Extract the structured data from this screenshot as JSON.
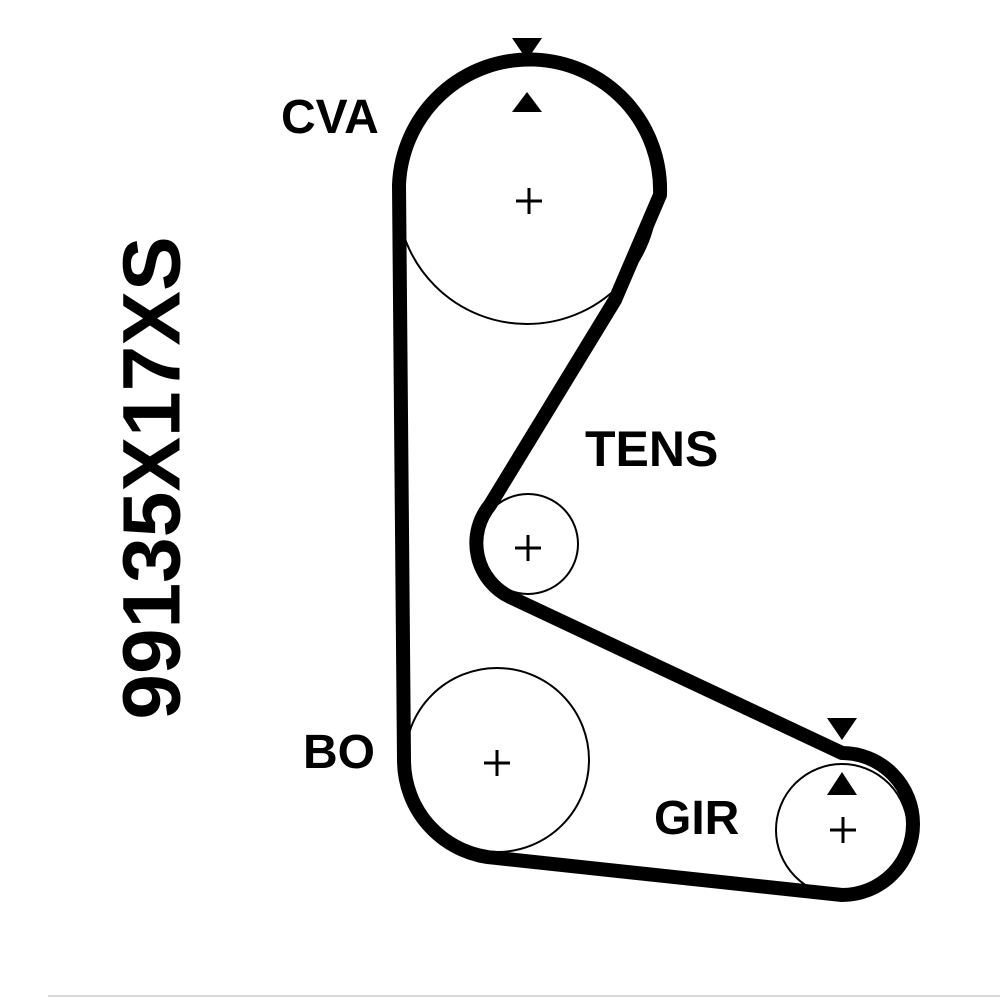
{
  "part_number": "99135X17XS",
  "pulleys": {
    "cva": {
      "label": "CVA"
    },
    "tens": {
      "label": "TENS"
    },
    "bo": {
      "label": "BO"
    },
    "gir": {
      "label": "GIR"
    }
  },
  "center_mark": "+",
  "colors": {
    "ink": "#000000",
    "background": "#ffffff",
    "rule": "#d9d9d9"
  }
}
